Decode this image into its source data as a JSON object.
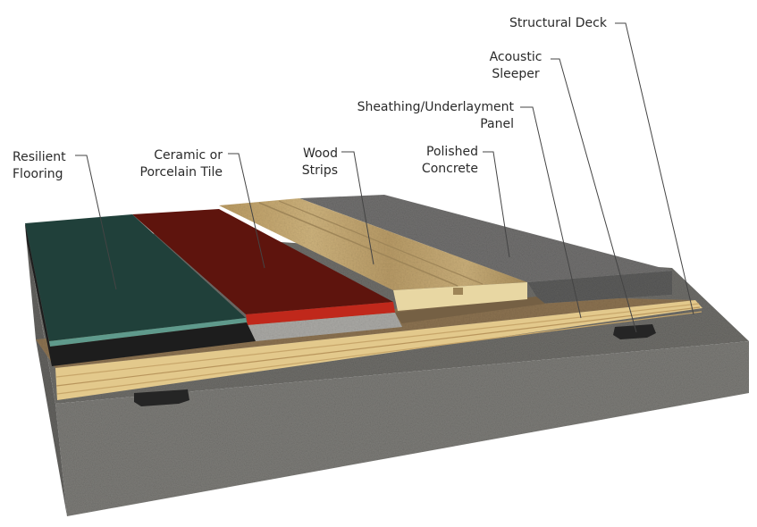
{
  "labels": {
    "structural_deck": "Structural Deck",
    "acoustic_sleeper": [
      "Acoustic",
      "Sleeper"
    ],
    "sheathing_panel": [
      "Sheathing/Underlayment",
      "Panel"
    ],
    "polished_concrete": [
      "Polished",
      "Concrete"
    ],
    "wood_strips": [
      "Wood",
      "Strips"
    ],
    "ceramic_tile": [
      "Ceramic or",
      "Porcelain Tile"
    ],
    "resilient_flooring": [
      "Resilient",
      "Flooring"
    ]
  },
  "colors": {
    "concrete": "#7d7c78",
    "concrete_top": "#6f6e6a",
    "polished_concrete": "#727170",
    "sheathing": "#8a7150",
    "plywood_edge": "#e3c98c",
    "sleeper": "#252525",
    "tile": "#5e140d",
    "tile_edge": "#c0281b",
    "resilient": "#20403a",
    "resilient_edge": "#5f9a8c",
    "wood": "#c4a873",
    "wood_edge": "#e8d7a3",
    "leader": "#444444"
  }
}
